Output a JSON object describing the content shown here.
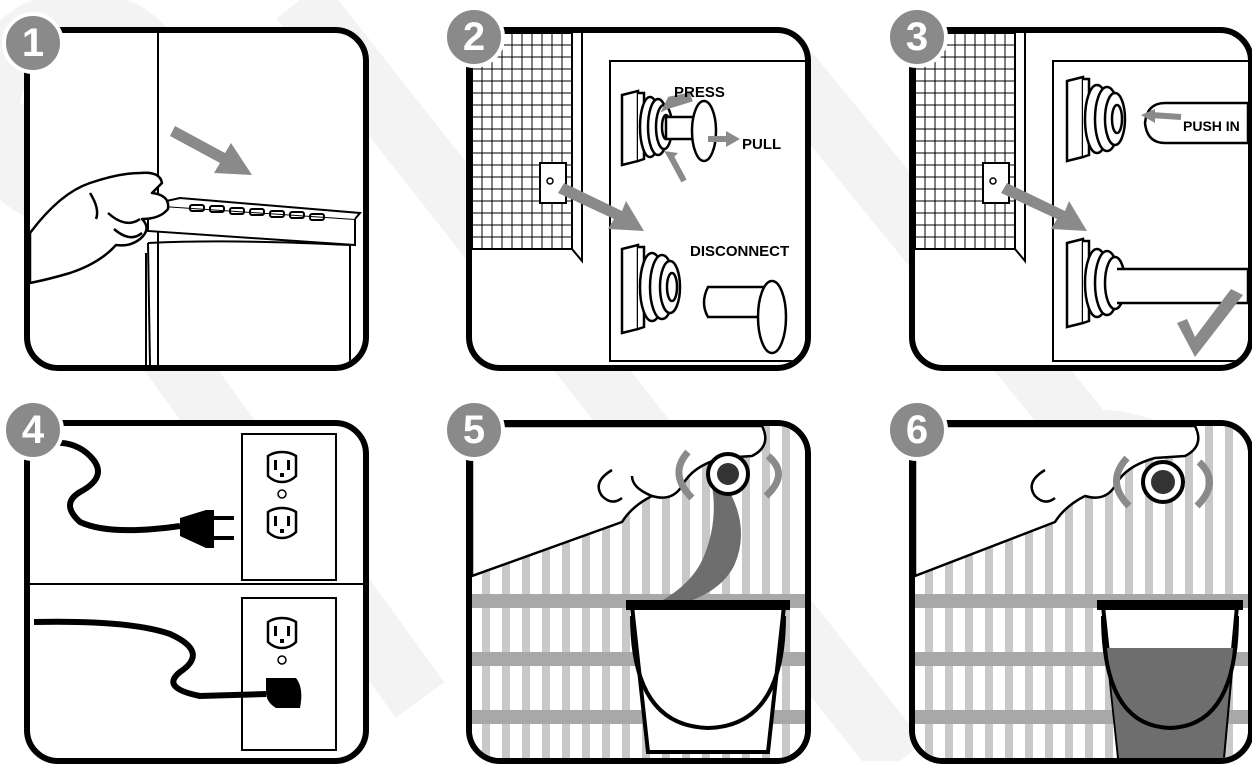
{
  "steps": [
    {
      "number": "1"
    },
    {
      "number": "2",
      "labels": {
        "press": "PRESS",
        "pull": "PULL",
        "disconnect": "DISCONNECT"
      }
    },
    {
      "number": "3",
      "labels": {
        "push_in": "PUSH IN"
      }
    },
    {
      "number": "4"
    },
    {
      "number": "5"
    },
    {
      "number": "6"
    }
  ],
  "colors": {
    "outline": "#000000",
    "arrow": "#8a8a8a",
    "badge": "#8a8a8a",
    "water": "#6e6e6e",
    "stripes": "#c8c8c8"
  },
  "icons": [
    "hand-icon",
    "control-panel-icon",
    "arrow-icon",
    "drain-fitting-icon",
    "hose-icon",
    "checkmark-icon",
    "power-plug-icon",
    "wall-outlet-icon",
    "bucket-icon",
    "rotate-arrows-icon",
    "cap-icon"
  ]
}
